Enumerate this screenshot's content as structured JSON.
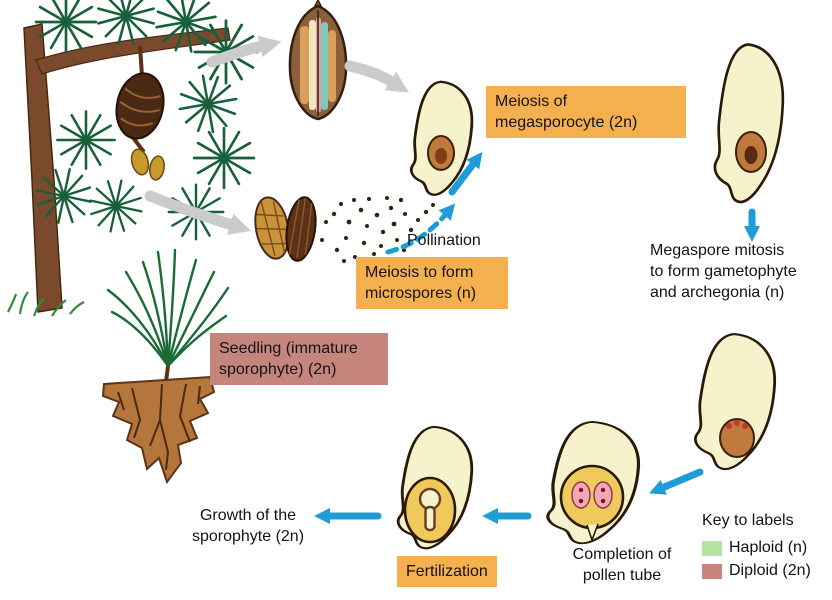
{
  "stages": {
    "meiosis_megasporocyte": {
      "label": "Meiosis of\nmegasporocyte (2n)"
    },
    "pollination": {
      "label": "Pollination"
    },
    "meiosis_microspores": {
      "label": "Meiosis to form\nmicrospores (n)"
    },
    "megaspore_mitosis": {
      "label": "Megaspore mitosis\nto form gametophyte\nand archegonia (n)"
    },
    "seedling": {
      "label": "Seedling (immature\nsporophyte) (2n)"
    },
    "growth_sporophyte": {
      "label": "Growth of the\nsporophyte (2n)"
    },
    "fertilization": {
      "label": "Fertilization"
    },
    "completion_pollen_tube": {
      "label": "Completion of\npollen tube"
    }
  },
  "key": {
    "title": "Key to labels",
    "entries": [
      {
        "label": "Haploid (n)",
        "swatch_color": "#B7E2A0"
      },
      {
        "label": "Diploid (2n)",
        "swatch_color": "#C5857D"
      }
    ]
  },
  "colors": {
    "stage_highlight_bg": "#F4B04F",
    "diploid_highlight_bg": "#C5857D",
    "haploid_swatch": "#B7E2A0",
    "cycle_arrow_blue": "#1E9CD7",
    "derivation_arrow_gray": "#CBCBCB",
    "ovule_fill": "#F6F2CC"
  }
}
